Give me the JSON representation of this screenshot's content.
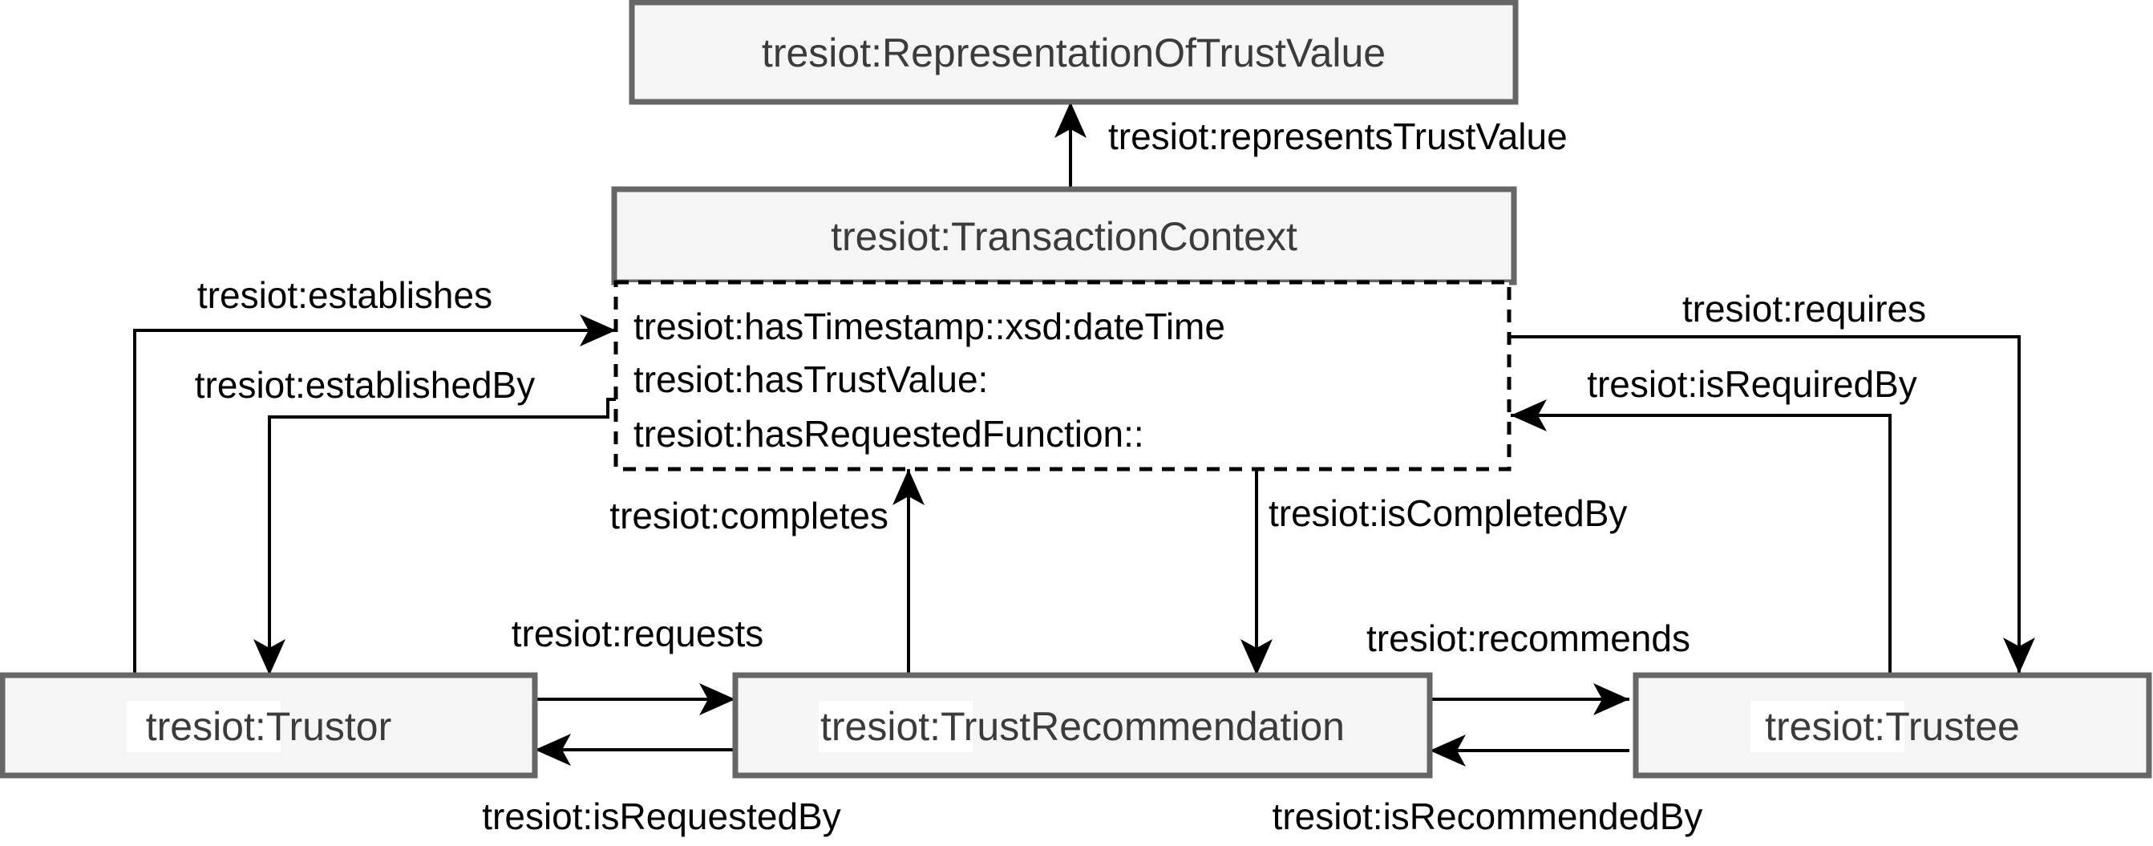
{
  "figure": {
    "nodes": {
      "representation_of_trust_value": {
        "label": "tresiot:RepresentationOfTrustValue"
      },
      "transaction_context": {
        "title": "tresiot:TransactionContext",
        "attributes": [
          "tresiot:hasTimestamp::xsd:dateTime",
          "tresiot:hasTrustValue:",
          "tresiot:hasRequestedFunction::"
        ]
      },
      "trustor": {
        "label": "tresiot:Trustor"
      },
      "trust_recommendation": {
        "label": "tresiot:TrustRecommendation"
      },
      "trustee": {
        "label": "tresiot:Trustee"
      }
    },
    "edges": {
      "represents_trust_value": {
        "label": "tresiot:representsTrustValue"
      },
      "establishes": {
        "label": "tresiot:establishes"
      },
      "established_by": {
        "label": "tresiot:establishedBy"
      },
      "requires": {
        "label": "tresiot:requires"
      },
      "is_required_by": {
        "label": "tresiot:isRequiredBy"
      },
      "completes": {
        "label": "tresiot:completes"
      },
      "is_completed_by": {
        "label": "tresiot:isCompletedBy"
      },
      "requests": {
        "label": "tresiot:requests"
      },
      "is_requested_by": {
        "label": "tresiot:isRequestedBy"
      },
      "recommends": {
        "label": "tresiot:recommends"
      },
      "is_recommended_by": {
        "label": "tresiot:isRecommendedBy"
      }
    },
    "colors": {
      "node_fill": "#f5f5f5",
      "node_border": "#666666",
      "attribute_box_fill": "#ffffff",
      "edge": "#000000",
      "node_title_text": "#3b3b3b",
      "edge_label_text": "#000000"
    }
  }
}
